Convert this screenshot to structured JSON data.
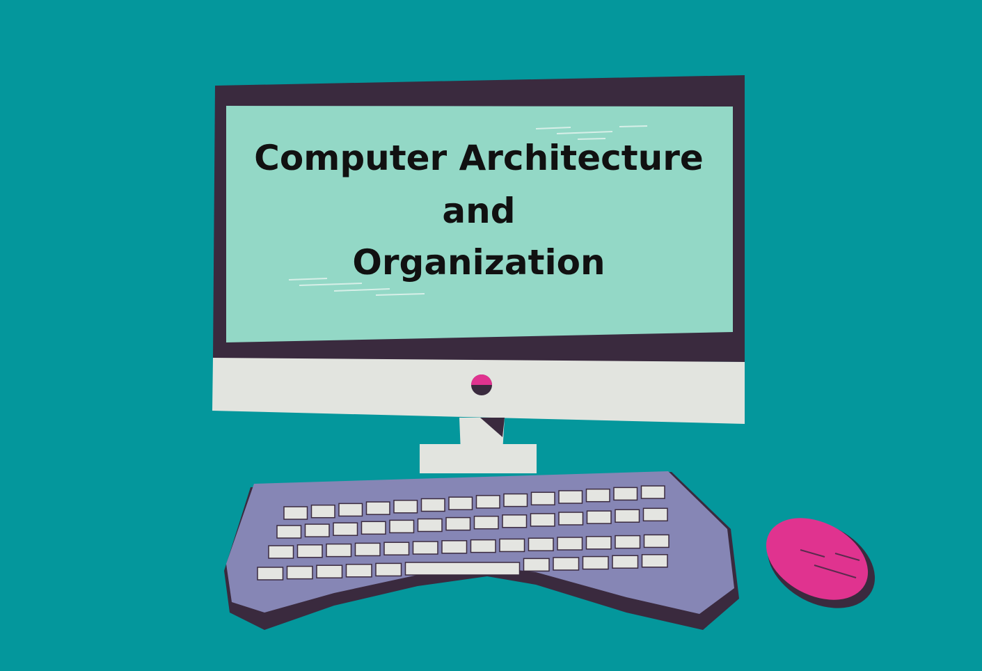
{
  "screen_title": {
    "line1": "Computer Architecture",
    "line2": "and",
    "line3": "Organization"
  },
  "colors": {
    "background": "#04979c",
    "monitor_bezel": "#3a2a3e",
    "screen": "#93d8c6",
    "monitor_chin": "#e2e4df",
    "power_button": "#e0338f",
    "keyboard_body": "#8686b5",
    "keyboard_shadow": "#3a2a3e",
    "keys": "#e4e5e1",
    "mouse": "#e0338f",
    "title_text": "#111111"
  },
  "icons": {
    "monitor": "monitor-icon",
    "keyboard": "keyboard-icon",
    "mouse": "mouse-icon",
    "power_button": "power-button-icon"
  }
}
